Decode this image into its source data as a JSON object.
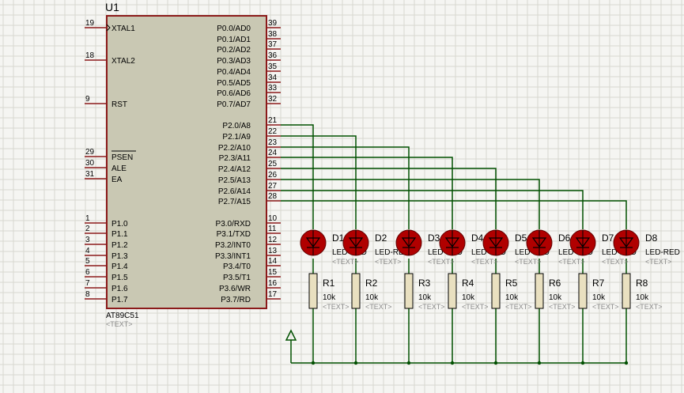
{
  "mcu": {
    "ref": "U1",
    "part": "AT89C51",
    "text_placeholder": "<TEXT>",
    "left_pins": [
      {
        "num": "19",
        "name": "XTAL1"
      },
      {
        "num": "18",
        "name": "XTAL2"
      },
      {
        "num": "9",
        "name": "RST"
      },
      {
        "num": "29",
        "name": "PSEN"
      },
      {
        "num": "30",
        "name": "ALE"
      },
      {
        "num": "31",
        "name": "EA"
      },
      {
        "num": "1",
        "name": "P1.0"
      },
      {
        "num": "2",
        "name": "P1.1"
      },
      {
        "num": "3",
        "name": "P1.2"
      },
      {
        "num": "4",
        "name": "P1.3"
      },
      {
        "num": "5",
        "name": "P1.4"
      },
      {
        "num": "6",
        "name": "P1.5"
      },
      {
        "num": "7",
        "name": "P1.6"
      },
      {
        "num": "8",
        "name": "P1.7"
      }
    ],
    "right_pins": [
      {
        "num": "39",
        "name": "P0.0/AD0"
      },
      {
        "num": "38",
        "name": "P0.1/AD1"
      },
      {
        "num": "37",
        "name": "P0.2/AD2"
      },
      {
        "num": "36",
        "name": "P0.3/AD3"
      },
      {
        "num": "35",
        "name": "P0.4/AD4"
      },
      {
        "num": "34",
        "name": "P0.5/AD5"
      },
      {
        "num": "33",
        "name": "P0.6/AD6"
      },
      {
        "num": "32",
        "name": "P0.7/AD7"
      },
      {
        "num": "21",
        "name": "P2.0/A8"
      },
      {
        "num": "22",
        "name": "P2.1/A9"
      },
      {
        "num": "23",
        "name": "P2.2/A10"
      },
      {
        "num": "24",
        "name": "P2.3/A11"
      },
      {
        "num": "25",
        "name": "P2.4/A12"
      },
      {
        "num": "26",
        "name": "P2.5/A13"
      },
      {
        "num": "27",
        "name": "P2.6/A14"
      },
      {
        "num": "28",
        "name": "P2.7/A15"
      },
      {
        "num": "10",
        "name": "P3.0/RXD"
      },
      {
        "num": "11",
        "name": "P3.1/TXD"
      },
      {
        "num": "12",
        "name": "P3.2/INT0"
      },
      {
        "num": "13",
        "name": "P3.3/INT1"
      },
      {
        "num": "14",
        "name": "P3.4/T0"
      },
      {
        "num": "15",
        "name": "P3.5/T1"
      },
      {
        "num": "16",
        "name": "P3.6/WR"
      },
      {
        "num": "17",
        "name": "P3.7/RD"
      }
    ]
  },
  "leds": [
    {
      "ref": "D1",
      "part": "LED-RED",
      "text": "<TEXT>"
    },
    {
      "ref": "D2",
      "part": "LED-RED",
      "text": "<TEXT>"
    },
    {
      "ref": "D3",
      "part": "LED-RED",
      "text": "<TEXT>"
    },
    {
      "ref": "D4",
      "part": "LED-RED",
      "text": "<TEXT>"
    },
    {
      "ref": "D5",
      "part": "LED-RED",
      "text": "<TEXT>"
    },
    {
      "ref": "D6",
      "part": "LED-RED",
      "text": "<TEXT>"
    },
    {
      "ref": "D7",
      "part": "LED-RED",
      "text": "<TEXT>"
    },
    {
      "ref": "D8",
      "part": "LED-RED",
      "text": "<TEXT>"
    }
  ],
  "resistors": [
    {
      "ref": "R1",
      "value": "10k",
      "text": "<TEXT>"
    },
    {
      "ref": "R2",
      "value": "10k",
      "text": "<TEXT>"
    },
    {
      "ref": "R3",
      "value": "10k",
      "text": "<TEXT>"
    },
    {
      "ref": "R4",
      "value": "10k",
      "text": "<TEXT>"
    },
    {
      "ref": "R5",
      "value": "10k",
      "text": "<TEXT>"
    },
    {
      "ref": "R6",
      "value": "10k",
      "text": "<TEXT>"
    },
    {
      "ref": "R7",
      "value": "10k",
      "text": "<TEXT>"
    },
    {
      "ref": "R8",
      "value": "10k",
      "text": "<TEXT>"
    }
  ],
  "colors": {
    "background": "#f5f5f2",
    "grid": "#d8d8d0",
    "chip_fill": "#c9c8b3",
    "chip_outline": "#8b1a1a",
    "pin": "#8b1a1a",
    "wire": "#005000",
    "led_fill": "#b00000",
    "resistor_fill": "#e9e0c0",
    "terminal": "#005000"
  },
  "icons": {
    "led": "led-diode-icon",
    "resistor": "resistor-icon",
    "power": "power-terminal-icon"
  }
}
